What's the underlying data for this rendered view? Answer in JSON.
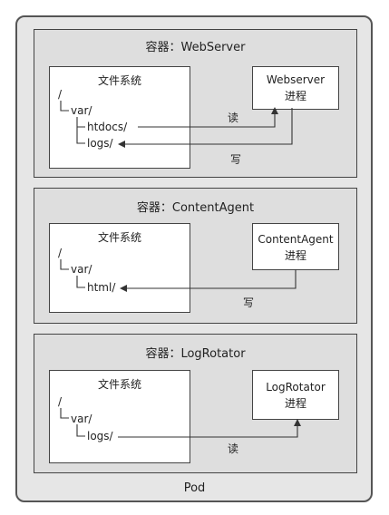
{
  "pod_label": "Pod",
  "containers": [
    {
      "title": "容器：WebServer",
      "fs_title": "文件系统",
      "root": "/",
      "var": "var/",
      "dirs": [
        "htdocs/",
        "logs/"
      ],
      "process_lines": [
        "Webserver",
        "进程"
      ],
      "read_label": "读",
      "write_label": "写"
    },
    {
      "title": "容器：ContentAgent",
      "fs_title": "文件系统",
      "root": "/",
      "var": "var/",
      "dirs": [
        "html/"
      ],
      "process_lines": [
        "ContentAgent",
        "进程"
      ],
      "write_label": "写"
    },
    {
      "title": "容器：LogRotator",
      "fs_title": "文件系统",
      "root": "/",
      "var": "var/",
      "dirs": [
        "logs/"
      ],
      "process_lines": [
        "LogRotator",
        "进程"
      ],
      "read_label": "读"
    }
  ]
}
